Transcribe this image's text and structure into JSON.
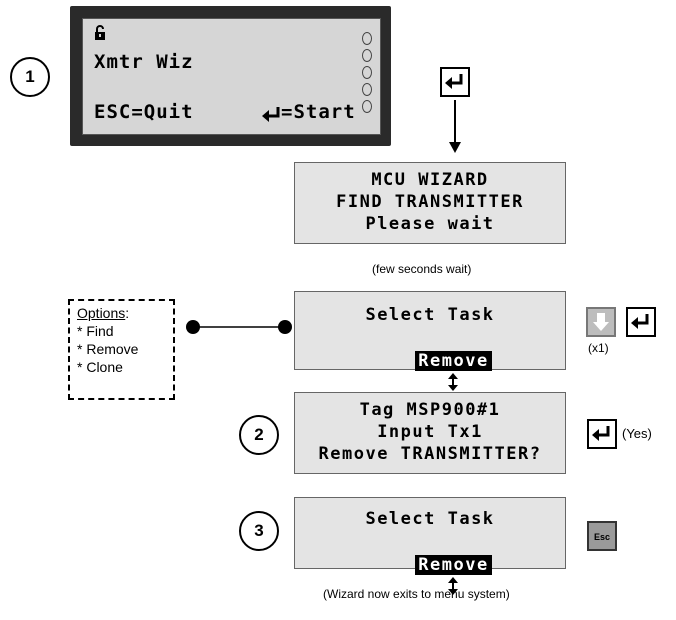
{
  "step1": {
    "number": "1",
    "line1": "Xmtr Wiz",
    "esc_label": "ESC=Quit",
    "start_label": "=Start"
  },
  "wizard_screen": {
    "line1": "MCU WIZARD",
    "line2": "FIND TRANSMITTER",
    "line3": "Please wait"
  },
  "wait_caption": "(few seconds wait)",
  "options_box": {
    "title": "Options",
    "title_suffix": ":",
    "items": [
      "* Find",
      "* Remove",
      "* Clone"
    ]
  },
  "select_task_1": {
    "title": "Select Task",
    "value": "Remove"
  },
  "down_key_caption": "(x1)",
  "step2": {
    "number": "2",
    "line1": "Tag MSP900#1",
    "line2": "Input Tx1",
    "line3": "Remove TRANSMITTER?",
    "key_caption": "(Yes)"
  },
  "step3": {
    "number": "3",
    "title": "Select Task",
    "value": "Remove",
    "esc_key_label": "Esc"
  },
  "exit_caption": "(Wizard now exits to menu system)",
  "icons": [
    "lock-icon",
    "enter-key-icon",
    "down-arrow-key-icon",
    "esc-key-icon",
    "up-down-arrow-icon"
  ]
}
